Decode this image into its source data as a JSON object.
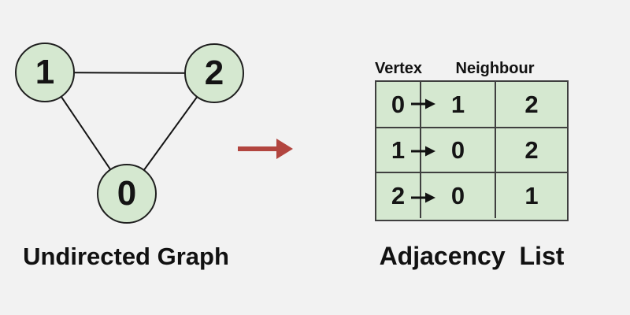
{
  "page": {
    "background_color": "#f2f2f2"
  },
  "graph": {
    "caption": "Undirected Graph",
    "nodes": [
      {
        "id": "1"
      },
      {
        "id": "2"
      },
      {
        "id": "0"
      }
    ],
    "edges": [
      {
        "from": "1",
        "to": "2"
      },
      {
        "from": "1",
        "to": "0"
      },
      {
        "from": "2",
        "to": "0"
      }
    ],
    "node_fill_color": "#d5e8d0",
    "node_border_color": "#1f1f1f"
  },
  "transform_arrow": {
    "icon": "right-arrow-icon",
    "color": "#b2453f"
  },
  "adjacency": {
    "caption": "Adjacency List",
    "headers": {
      "vertex": "Vertex",
      "neighbour": "Neighbour"
    },
    "rows": [
      {
        "vertex": "0",
        "neighbours": [
          "1",
          "2"
        ]
      },
      {
        "vertex": "1",
        "neighbours": [
          "0",
          "2"
        ]
      },
      {
        "vertex": "2",
        "neighbours": [
          "0",
          "1"
        ]
      }
    ],
    "row_arrow_icon": "right-arrow-icon",
    "cell_fill_color": "#d5e8d0",
    "cell_border_color": "#3f3f3f"
  }
}
